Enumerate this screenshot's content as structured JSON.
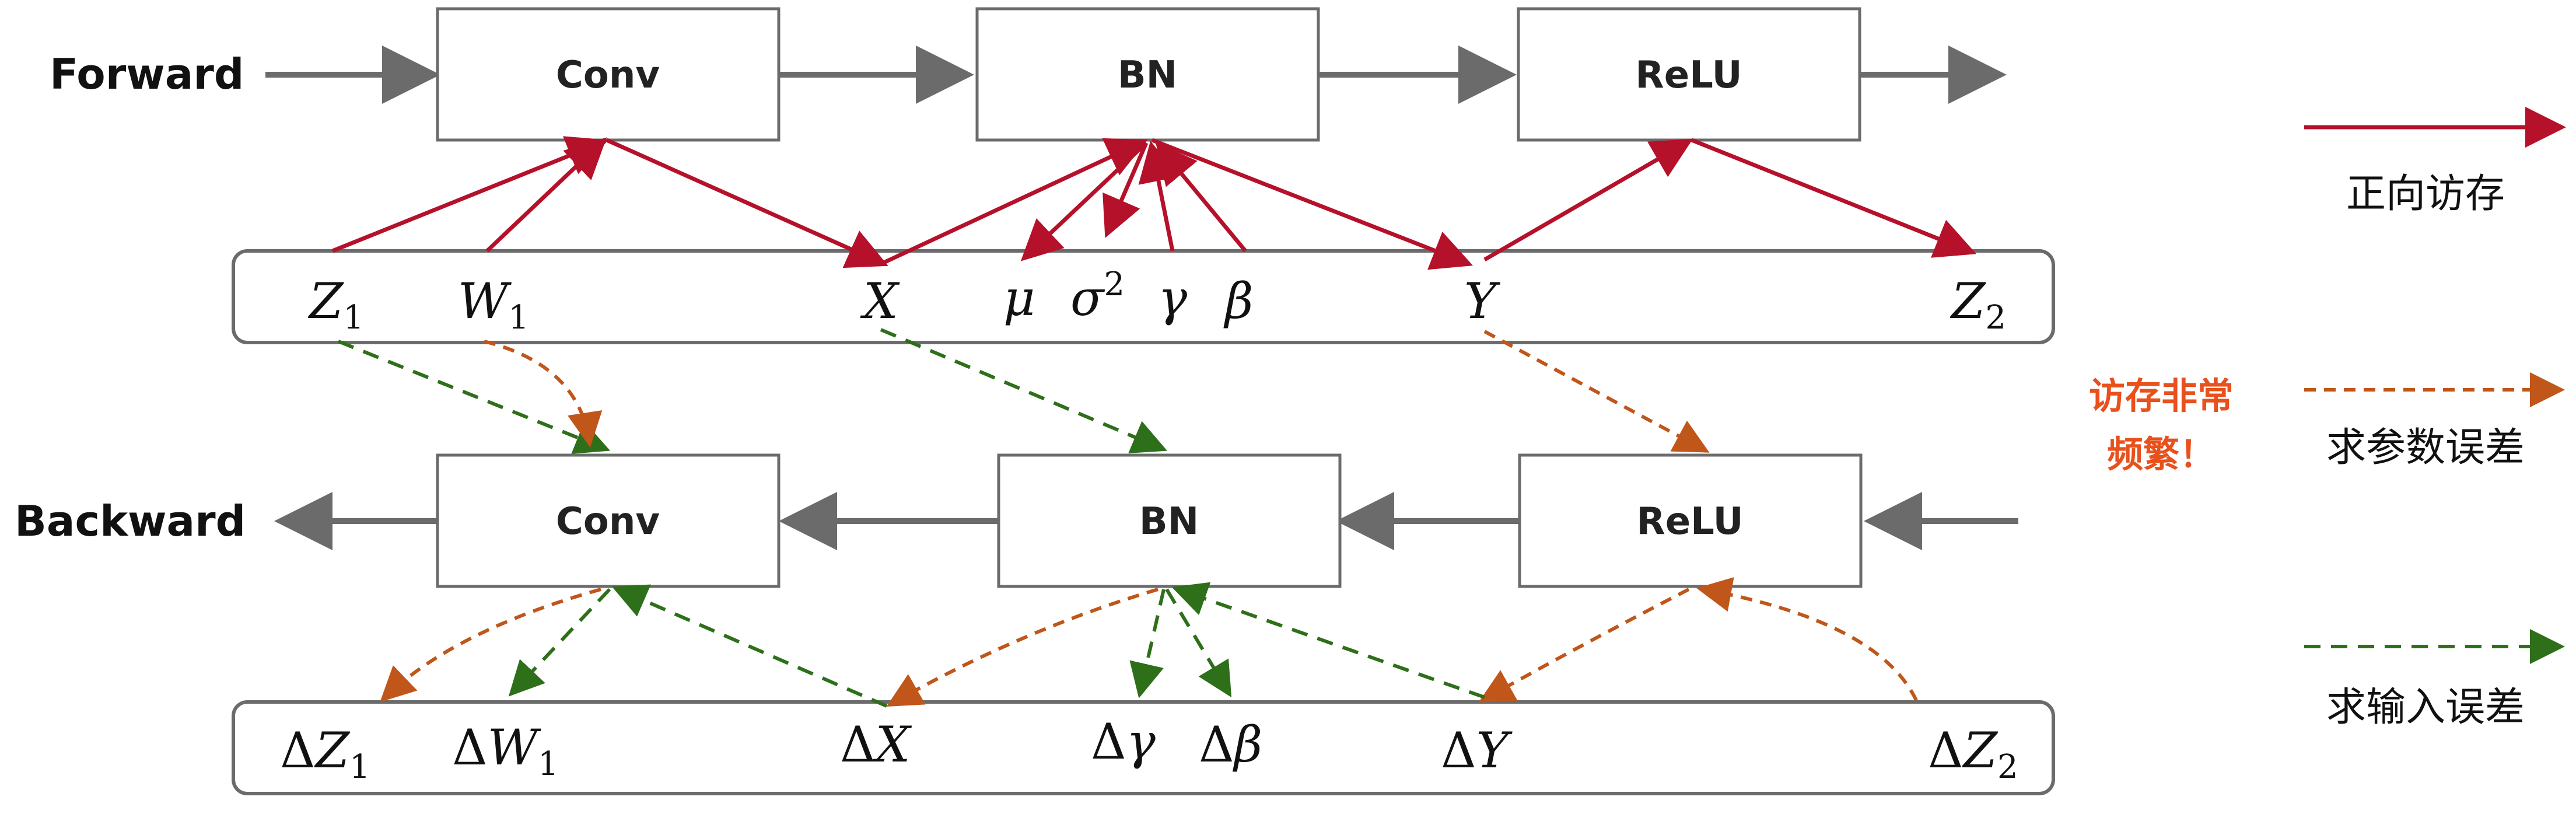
{
  "rows": {
    "forward_label": "Forward",
    "backward_label": "Backward"
  },
  "forward_ops": [
    "Conv",
    "BN",
    "ReLU"
  ],
  "backward_ops": [
    "Conv",
    "BN",
    "ReLU"
  ],
  "memory_forward": {
    "Z1": {
      "base": "Z",
      "sub": "1"
    },
    "W1": {
      "base": "W",
      "sub": "1"
    },
    "X": {
      "base": "X"
    },
    "mu": {
      "base": "μ"
    },
    "sigma2": {
      "base": "σ",
      "sup": "2"
    },
    "gamma": {
      "base": "γ"
    },
    "beta": {
      "base": "β"
    },
    "Y": {
      "base": "Y"
    },
    "Z2": {
      "base": "Z",
      "sub": "2"
    }
  },
  "memory_backward": {
    "dZ1": {
      "delta": "Δ",
      "base": "Z",
      "sub": "1"
    },
    "dW1": {
      "delta": "Δ",
      "base": "W",
      "sub": "1"
    },
    "dX": {
      "delta": "Δ",
      "base": "X"
    },
    "dGamma": {
      "delta": "Δ",
      "base": "γ"
    },
    "dBeta": {
      "delta": "Δ",
      "base": "β"
    },
    "dY": {
      "delta": "Δ",
      "base": "Y"
    },
    "dZ2": {
      "delta": "Δ",
      "base": "Z",
      "sub": "2"
    }
  },
  "note": {
    "line1": "访存非常",
    "line2": "频繁！"
  },
  "legend": [
    {
      "label": "正向访存",
      "style": "solid",
      "color": "#b5112a"
    },
    {
      "label": "求参数误差",
      "style": "dashed",
      "color": "#c0561a"
    },
    {
      "label": "求输入误差",
      "style": "dashed",
      "color": "#2e6f1a"
    }
  ],
  "colors": {
    "forward_access": "#b5112a",
    "param_error": "#c0561a",
    "input_error": "#2e6f1a",
    "flow": "#6b6b6b",
    "note": "#e8501c",
    "box_border": "#6b6b6b"
  }
}
